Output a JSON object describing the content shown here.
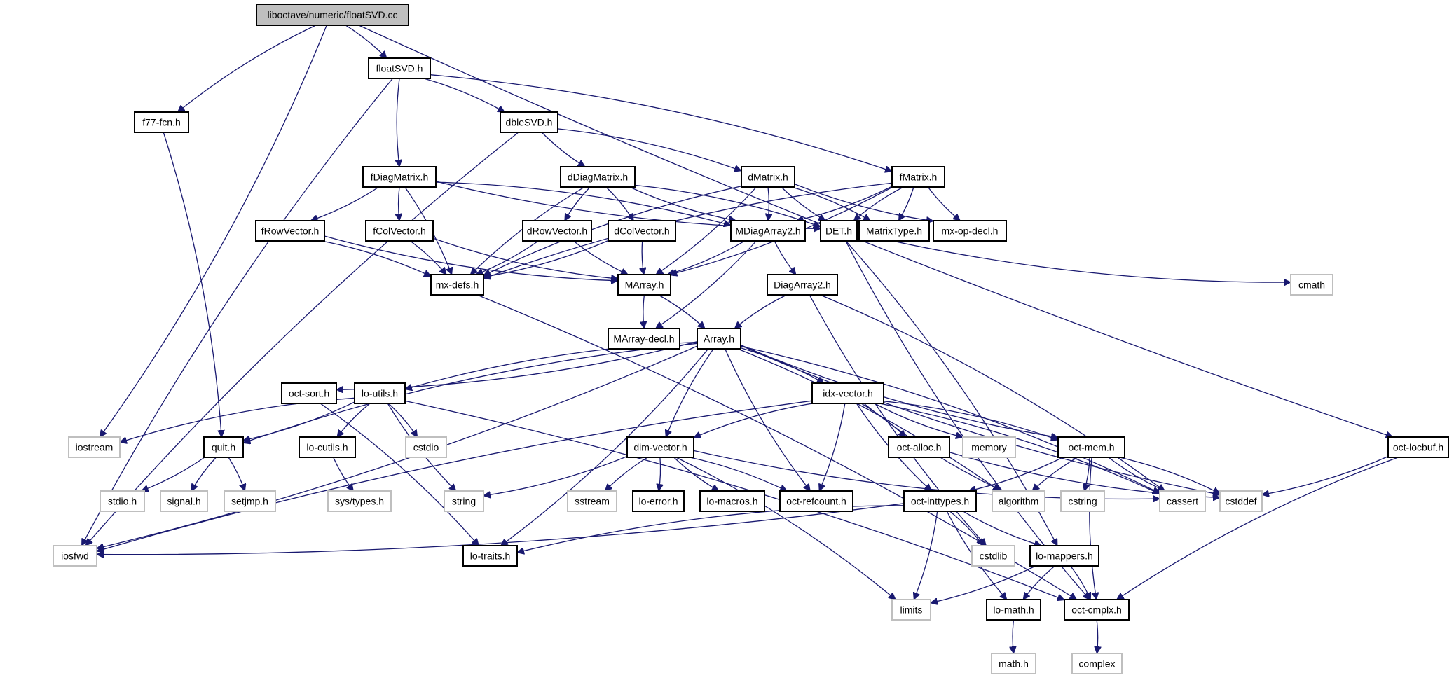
{
  "title": "liboctave/numeric/floatSVD.cc",
  "diagram": {
    "type": "include-dependency-graph",
    "colors": {
      "edge": "#191970",
      "root_fill": "#bfbfbf",
      "local_border": "#000000",
      "system_border": "#bfbfbf"
    },
    "nodes": [
      {
        "id": "floatSVD_cc",
        "label": "liboctave/numeric/floatSVD.cc",
        "kind": "root"
      },
      {
        "id": "floatSVD_h",
        "label": "floatSVD.h",
        "kind": "local"
      },
      {
        "id": "f77fcn",
        "label": "f77-fcn.h",
        "kind": "local"
      },
      {
        "id": "dbleSVD",
        "label": "dbleSVD.h",
        "kind": "local"
      },
      {
        "id": "fDiagMatrix",
        "label": "fDiagMatrix.h",
        "kind": "local"
      },
      {
        "id": "dDiagMatrix",
        "label": "dDiagMatrix.h",
        "kind": "local"
      },
      {
        "id": "dMatrix",
        "label": "dMatrix.h",
        "kind": "local"
      },
      {
        "id": "fMatrix",
        "label": "fMatrix.h",
        "kind": "local"
      },
      {
        "id": "fRowVector",
        "label": "fRowVector.h",
        "kind": "local"
      },
      {
        "id": "fColVector",
        "label": "fColVector.h",
        "kind": "local"
      },
      {
        "id": "dRowVector",
        "label": "dRowVector.h",
        "kind": "local"
      },
      {
        "id": "dColVector",
        "label": "dColVector.h",
        "kind": "local"
      },
      {
        "id": "MDiagArray2",
        "label": "MDiagArray2.h",
        "kind": "local"
      },
      {
        "id": "DET",
        "label": "DET.h",
        "kind": "local"
      },
      {
        "id": "MatrixType",
        "label": "MatrixType.h",
        "kind": "local"
      },
      {
        "id": "mxopdecl",
        "label": "mx-op-decl.h",
        "kind": "local"
      },
      {
        "id": "mxdefs",
        "label": "mx-defs.h",
        "kind": "local"
      },
      {
        "id": "MArray",
        "label": "MArray.h",
        "kind": "local"
      },
      {
        "id": "DiagArray2",
        "label": "DiagArray2.h",
        "kind": "local"
      },
      {
        "id": "cmath",
        "label": "cmath",
        "kind": "system"
      },
      {
        "id": "MArraydecl",
        "label": "MArray-decl.h",
        "kind": "local"
      },
      {
        "id": "Array",
        "label": "Array.h",
        "kind": "local"
      },
      {
        "id": "octsort",
        "label": "oct-sort.h",
        "kind": "local"
      },
      {
        "id": "loutils",
        "label": "lo-utils.h",
        "kind": "local"
      },
      {
        "id": "idxvector",
        "label": "idx-vector.h",
        "kind": "local"
      },
      {
        "id": "iostream",
        "label": "iostream",
        "kind": "system"
      },
      {
        "id": "quit",
        "label": "quit.h",
        "kind": "local"
      },
      {
        "id": "locutils",
        "label": "lo-cutils.h",
        "kind": "local"
      },
      {
        "id": "cstdio",
        "label": "cstdio",
        "kind": "system"
      },
      {
        "id": "dimvector",
        "label": "dim-vector.h",
        "kind": "local"
      },
      {
        "id": "octalloc",
        "label": "oct-alloc.h",
        "kind": "local"
      },
      {
        "id": "memory",
        "label": "memory",
        "kind": "system"
      },
      {
        "id": "octmem",
        "label": "oct-mem.h",
        "kind": "local"
      },
      {
        "id": "octlocbuf",
        "label": "oct-locbuf.h",
        "kind": "local"
      },
      {
        "id": "stdio",
        "label": "stdio.h",
        "kind": "system"
      },
      {
        "id": "signal",
        "label": "signal.h",
        "kind": "system"
      },
      {
        "id": "setjmp",
        "label": "setjmp.h",
        "kind": "system"
      },
      {
        "id": "systypes",
        "label": "sys/types.h",
        "kind": "system"
      },
      {
        "id": "string",
        "label": "string",
        "kind": "system"
      },
      {
        "id": "sstream",
        "label": "sstream",
        "kind": "system"
      },
      {
        "id": "loerror",
        "label": "lo-error.h",
        "kind": "local"
      },
      {
        "id": "lomacros",
        "label": "lo-macros.h",
        "kind": "local"
      },
      {
        "id": "octrefcount",
        "label": "oct-refcount.h",
        "kind": "local"
      },
      {
        "id": "octinttypes",
        "label": "oct-inttypes.h",
        "kind": "local"
      },
      {
        "id": "algorithm",
        "label": "algorithm",
        "kind": "system"
      },
      {
        "id": "cstring",
        "label": "cstring",
        "kind": "system"
      },
      {
        "id": "cassert",
        "label": "cassert",
        "kind": "system"
      },
      {
        "id": "cstddef",
        "label": "cstddef",
        "kind": "system"
      },
      {
        "id": "iosfwd",
        "label": "iosfwd",
        "kind": "system"
      },
      {
        "id": "lotraits",
        "label": "lo-traits.h",
        "kind": "local"
      },
      {
        "id": "cstdlib",
        "label": "cstdlib",
        "kind": "system"
      },
      {
        "id": "lomappers",
        "label": "lo-mappers.h",
        "kind": "local"
      },
      {
        "id": "limits",
        "label": "limits",
        "kind": "system"
      },
      {
        "id": "lomath",
        "label": "lo-math.h",
        "kind": "local"
      },
      {
        "id": "octcmplx",
        "label": "oct-cmplx.h",
        "kind": "local"
      },
      {
        "id": "mathh",
        "label": "math.h",
        "kind": "system"
      },
      {
        "id": "complex",
        "label": "complex",
        "kind": "system"
      }
    ],
    "edges": [
      [
        "floatSVD_cc",
        "floatSVD_h"
      ],
      [
        "floatSVD_cc",
        "f77fcn"
      ],
      [
        "floatSVD_cc",
        "iostream"
      ],
      [
        "floatSVD_cc",
        "octlocbuf"
      ],
      [
        "floatSVD_h",
        "dbleSVD"
      ],
      [
        "floatSVD_h",
        "fDiagMatrix"
      ],
      [
        "floatSVD_h",
        "fMatrix"
      ],
      [
        "floatSVD_h",
        "iosfwd"
      ],
      [
        "f77fcn",
        "quit"
      ],
      [
        "dbleSVD",
        "dDiagMatrix"
      ],
      [
        "dbleSVD",
        "dMatrix"
      ],
      [
        "dbleSVD",
        "iosfwd"
      ],
      [
        "fDiagMatrix",
        "fRowVector"
      ],
      [
        "fDiagMatrix",
        "fColVector"
      ],
      [
        "fDiagMatrix",
        "MDiagArray2"
      ],
      [
        "fDiagMatrix",
        "DET"
      ],
      [
        "fDiagMatrix",
        "mxdefs"
      ],
      [
        "dDiagMatrix",
        "dRowVector"
      ],
      [
        "dDiagMatrix",
        "dColVector"
      ],
      [
        "dDiagMatrix",
        "MDiagArray2"
      ],
      [
        "dDiagMatrix",
        "DET"
      ],
      [
        "dDiagMatrix",
        "mxdefs"
      ],
      [
        "dMatrix",
        "MDiagArray2"
      ],
      [
        "dMatrix",
        "DET"
      ],
      [
        "dMatrix",
        "MatrixType"
      ],
      [
        "dMatrix",
        "mxopdecl"
      ],
      [
        "dMatrix",
        "MArray"
      ],
      [
        "dMatrix",
        "mxdefs"
      ],
      [
        "fMatrix",
        "MDiagArray2"
      ],
      [
        "fMatrix",
        "DET"
      ],
      [
        "fMatrix",
        "MatrixType"
      ],
      [
        "fMatrix",
        "mxopdecl"
      ],
      [
        "fMatrix",
        "MArray"
      ],
      [
        "fMatrix",
        "mxdefs"
      ],
      [
        "fRowVector",
        "mxdefs"
      ],
      [
        "fRowVector",
        "MArray"
      ],
      [
        "fColVector",
        "mxdefs"
      ],
      [
        "fColVector",
        "MArray"
      ],
      [
        "dRowVector",
        "mxdefs"
      ],
      [
        "dRowVector",
        "MArray"
      ],
      [
        "dColVector",
        "mxdefs"
      ],
      [
        "dColVector",
        "MArray"
      ],
      [
        "MDiagArray2",
        "MArray"
      ],
      [
        "MDiagArray2",
        "DiagArray2"
      ],
      [
        "MDiagArray2",
        "MArraydecl"
      ],
      [
        "DET",
        "cmath"
      ],
      [
        "DET",
        "lomappers"
      ],
      [
        "DET",
        "octcmplx"
      ],
      [
        "mxdefs",
        "octcmplx"
      ],
      [
        "MArray",
        "MArraydecl"
      ],
      [
        "MArray",
        "Array"
      ],
      [
        "DiagArray2",
        "Array"
      ],
      [
        "DiagArray2",
        "cassert"
      ],
      [
        "DiagArray2",
        "cstdlib"
      ],
      [
        "Array",
        "octsort"
      ],
      [
        "Array",
        "loutils"
      ],
      [
        "Array",
        "idxvector"
      ],
      [
        "Array",
        "quit"
      ],
      [
        "Array",
        "iosfwd"
      ],
      [
        "Array",
        "dimvector"
      ],
      [
        "Array",
        "lotraits"
      ],
      [
        "Array",
        "octrefcount"
      ],
      [
        "Array",
        "algorithm"
      ],
      [
        "Array",
        "octmem"
      ],
      [
        "Array",
        "cassert"
      ],
      [
        "Array",
        "cstddef"
      ],
      [
        "octsort",
        "lotraits"
      ],
      [
        "loutils",
        "iostream"
      ],
      [
        "loutils",
        "quit"
      ],
      [
        "loutils",
        "locutils"
      ],
      [
        "loutils",
        "cstdio"
      ],
      [
        "loutils",
        "string"
      ],
      [
        "loutils",
        "octcmplx"
      ],
      [
        "idxvector",
        "dimvector"
      ],
      [
        "idxvector",
        "octalloc"
      ],
      [
        "idxvector",
        "memory"
      ],
      [
        "idxvector",
        "octmem"
      ],
      [
        "idxvector",
        "octinttypes"
      ],
      [
        "idxvector",
        "octrefcount"
      ],
      [
        "idxvector",
        "algorithm"
      ],
      [
        "idxvector",
        "cassert"
      ],
      [
        "idxvector",
        "iosfwd"
      ],
      [
        "quit",
        "stdio"
      ],
      [
        "quit",
        "signal"
      ],
      [
        "quit",
        "setjmp"
      ],
      [
        "locutils",
        "systypes"
      ],
      [
        "dimvector",
        "string"
      ],
      [
        "dimvector",
        "sstream"
      ],
      [
        "dimvector",
        "loerror"
      ],
      [
        "dimvector",
        "lomacros"
      ],
      [
        "dimvector",
        "octrefcount"
      ],
      [
        "dimvector",
        "cassert"
      ],
      [
        "dimvector",
        "limits"
      ],
      [
        "octalloc",
        "cstddef"
      ],
      [
        "octmem",
        "octinttypes"
      ],
      [
        "octmem",
        "algorithm"
      ],
      [
        "octmem",
        "cstring"
      ],
      [
        "octmem",
        "cassert"
      ],
      [
        "octmem",
        "cstddef"
      ],
      [
        "octmem",
        "octcmplx"
      ],
      [
        "octlocbuf",
        "cstddef"
      ],
      [
        "octlocbuf",
        "octcmplx"
      ],
      [
        "octinttypes",
        "iosfwd"
      ],
      [
        "octinttypes",
        "lotraits"
      ],
      [
        "octinttypes",
        "cstdlib"
      ],
      [
        "octinttypes",
        "lomappers"
      ],
      [
        "octinttypes",
        "limits"
      ],
      [
        "octinttypes",
        "lomath"
      ],
      [
        "lomappers",
        "limits"
      ],
      [
        "lomappers",
        "lomath"
      ],
      [
        "lomappers",
        "octcmplx"
      ],
      [
        "lomath",
        "mathh"
      ],
      [
        "octcmplx",
        "complex"
      ]
    ]
  }
}
